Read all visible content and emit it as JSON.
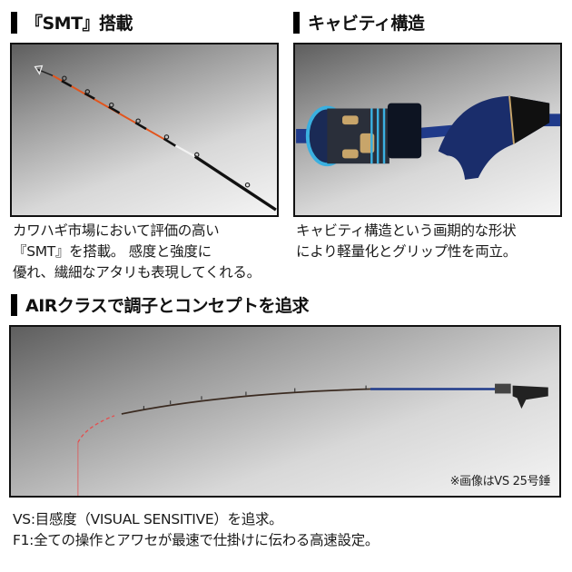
{
  "sections": {
    "smt": {
      "title": "『SMT』搭載",
      "caption_lines": [
        "カワハギ市場において評価の高い",
        "『SMT』を搭載。 感度と強度に",
        "優れ、繊細なアタリも表現してくれる。"
      ],
      "image": "rod-tip-smt-photo"
    },
    "cavity": {
      "title": "キャビティ構造",
      "caption_lines": [
        "キャビティ構造という画期的な形状",
        "により軽量化とグリップ性を両立。"
      ],
      "image": "reel-seat-grip-photo"
    },
    "air": {
      "title": "AIRクラスで調子とコンセプトを追求",
      "image": "bent-rod-photo",
      "image_note": "※画像はVS 25号錘",
      "caption_lines": [
        "VS:目感度（VISUAL SENSITIVE）を追求。",
        "F1:全ての操作とアワセが最速で仕掛けに伝わる高速設定。"
      ]
    }
  },
  "colors": {
    "heading_bar": "#000000",
    "tip_orange": "#e2541c",
    "blank_blue": "#1f3a8a",
    "accent_cyan": "#3ab0e0",
    "gold": "#c8a56a"
  }
}
